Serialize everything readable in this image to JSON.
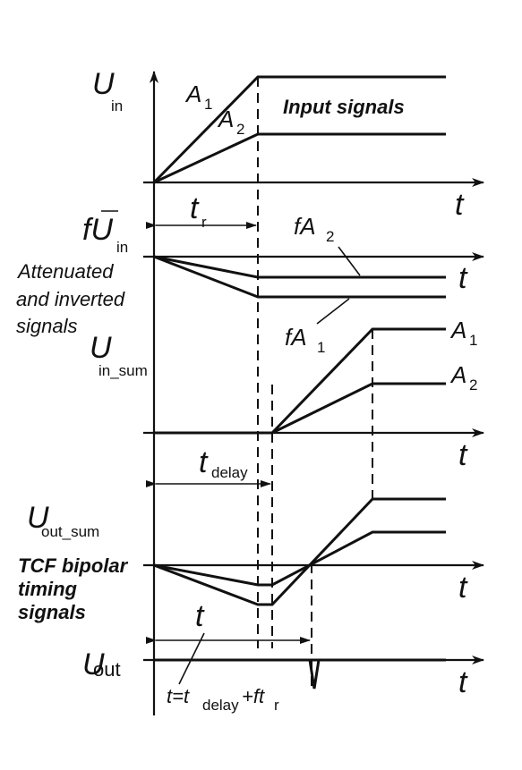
{
  "panel1": {
    "y_label": "U",
    "y_label_sub": "in",
    "curve_a1": "A",
    "curve_a1_sub": "1",
    "curve_a2": "A",
    "curve_a2_sub": "2",
    "title": "Input signals",
    "t_axis": "t",
    "rise_label": "t",
    "rise_sub": "r"
  },
  "panel2": {
    "y_label": "fU",
    "y_label_sub": "in",
    "label_line1": "Attenuated",
    "label_line2": "and inverted",
    "label_line3": "signals",
    "fa2": "fA",
    "fa2_sub": "2",
    "fa1": "fA",
    "fa1_sub": "1",
    "t_axis": "t"
  },
  "panel3": {
    "y_label": "U",
    "y_label_sub": "in_sum",
    "curve_a1": "A",
    "curve_a1_sub": "1",
    "curve_a2": "A",
    "curve_a2_sub": "2",
    "t_axis": "t",
    "delay": "t",
    "delay_sub": "delay"
  },
  "panel4": {
    "y_label": "U",
    "y_label_sub": "out_sum",
    "label_line1": "TCF bipolar",
    "label_line2": "timing",
    "label_line3": "signals",
    "t_axis": "t",
    "t_label": "t"
  },
  "panel5": {
    "y_label": "U",
    "y_label_sub": "out",
    "t_axis": "t",
    "formula_pre": "t=t",
    "formula_sub1": "delay",
    "formula_mid": "+ft",
    "formula_sub2": "r"
  }
}
